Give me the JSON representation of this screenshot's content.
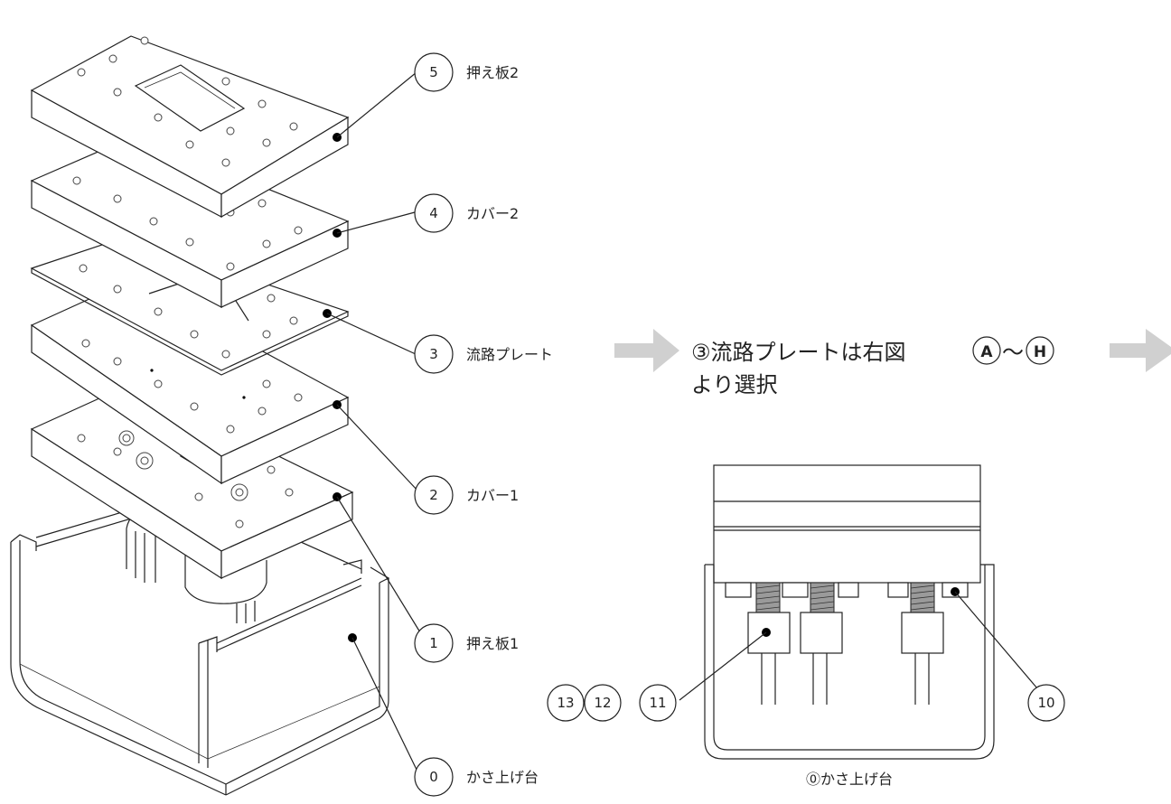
{
  "parts": [
    {
      "num": "5",
      "label": "押え板2"
    },
    {
      "num": "4",
      "label": "カバー2"
    },
    {
      "num": "3",
      "label": "流路プレート"
    },
    {
      "num": "2",
      "label": "カバー1"
    },
    {
      "num": "1",
      "label": "押え板1"
    },
    {
      "num": "0",
      "label": "かさ上げ台"
    }
  ],
  "note": {
    "line1_prefix": "③流路プレートは右図",
    "tilde": "～",
    "from_mark": "A",
    "to_mark": "H",
    "line2": "より選択"
  },
  "side_view": {
    "balloons": [
      "13",
      "12",
      "11",
      "10"
    ],
    "caption": "⓪かさ上げ台"
  },
  "colors": {
    "line": "#222222",
    "arrow": "#d0d0d0",
    "background": "#ffffff"
  }
}
